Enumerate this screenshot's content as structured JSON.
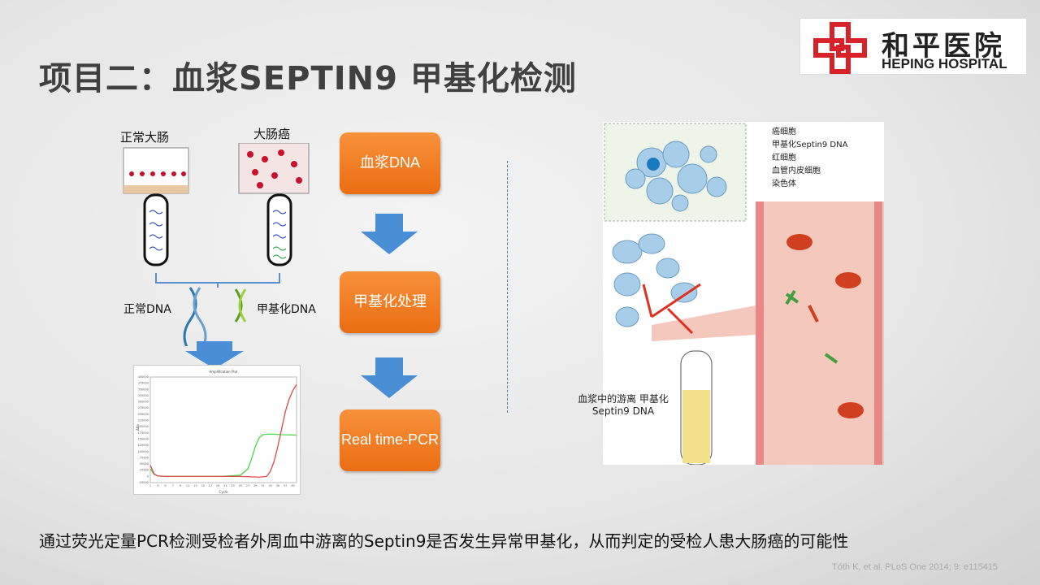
{
  "slide": {
    "title": "项目二：血浆SEPTIN9 甲基化检测",
    "logo": {
      "name_cn": "和平医院",
      "name_en": "HEPING HOSPITAL",
      "brand_color": "#d8222a"
    },
    "left_figure": {
      "normal_colon": "正常大肠",
      "colon_cancer": "大肠癌",
      "normal_dna": "正常DNA",
      "methylated_dna": "甲基化DNA"
    },
    "flow": {
      "steps": [
        "血浆DNA",
        "甲基化处理",
        "Real time-PCR"
      ],
      "accent": "#ef7a1f",
      "arrow_color": "#4a8fd6"
    },
    "right_figure": {
      "legend": [
        "癌细胞",
        "甲基化Septin9 DNA",
        "红细胞",
        "血管内皮细胞",
        "染色体"
      ],
      "tube_label": "血浆中的游离 甲基化 Septin9 DNA"
    },
    "caption": "通过荧光定量PCR检测受检者外周血中游离的Septin9是否发生异常甲基化，从而判定的受检人患大肠癌的可能性",
    "citation": "Tóth K, et al.  PLoS One 2014; 9: e115415"
  },
  "chart_data": {
    "type": "line",
    "title": "Amplification Plot",
    "xlabel": "Cycle",
    "ylabel": "ΔRn",
    "xlim": [
      1,
      40
    ],
    "ylim": [
      -25000,
      400000
    ],
    "series": [
      {
        "name": "green",
        "color": "#4cd44c",
        "x": [
          1,
          2,
          3,
          5,
          10,
          20,
          25,
          27,
          28,
          29,
          30,
          31,
          32,
          34,
          36,
          38,
          40
        ],
        "values": [
          30000,
          8000,
          2000,
          0,
          0,
          0,
          5000,
          30000,
          70000,
          120000,
          155000,
          168000,
          170000,
          170000,
          168000,
          167000,
          166000
        ]
      },
      {
        "name": "red",
        "color": "#e04848",
        "x": [
          1,
          2,
          3,
          5,
          10,
          20,
          25,
          30,
          32,
          33,
          34,
          35,
          36,
          37,
          38,
          39,
          40
        ],
        "values": [
          45000,
          10000,
          2000,
          0,
          0,
          0,
          0,
          -3000,
          0,
          20000,
          60000,
          120000,
          190000,
          260000,
          310000,
          345000,
          370000
        ]
      }
    ]
  }
}
